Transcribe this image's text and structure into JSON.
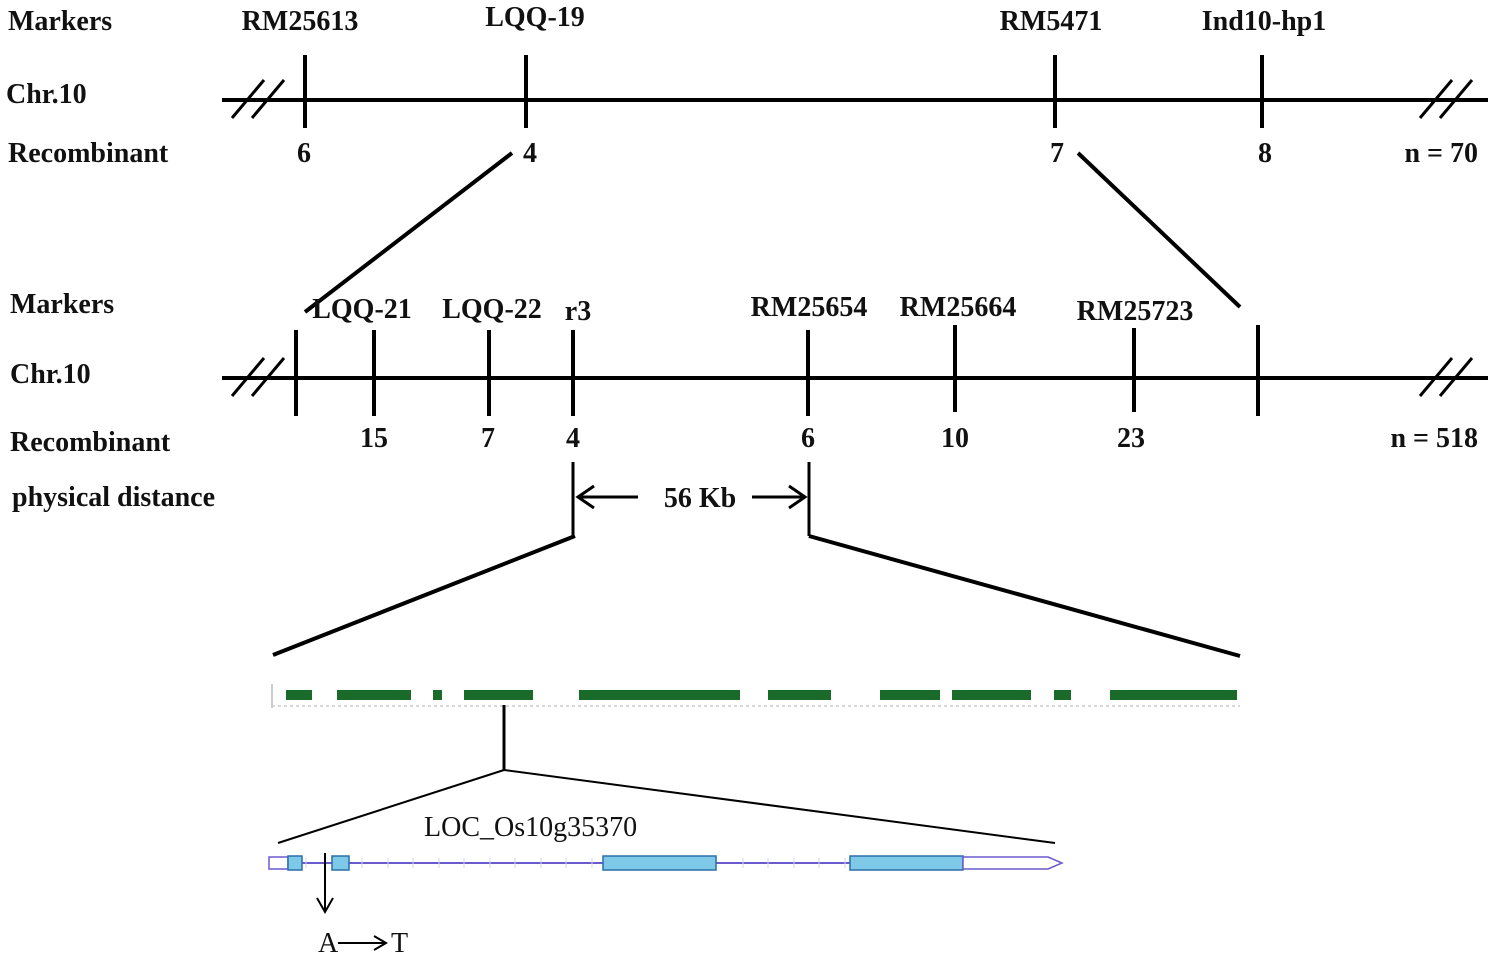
{
  "map1": {
    "row_markers": "Markers",
    "row_chr": "Chr.10",
    "row_recombinant": "Recombinant",
    "markers": [
      {
        "name": "RM25613",
        "recombinant": "6"
      },
      {
        "name": "LQQ-19",
        "recombinant": "4"
      },
      {
        "name": "RM5471",
        "recombinant": "7"
      },
      {
        "name": "Ind10-hp1",
        "recombinant": "8"
      }
    ],
    "population": "n = 70"
  },
  "map2": {
    "row_markers": "Markers",
    "row_chr": "Chr.10",
    "row_recombinant": "Recombinant",
    "row_distance": "physical distance",
    "markers": [
      {
        "name": "LQQ-21",
        "recombinant": "15"
      },
      {
        "name": "LQQ-22",
        "recombinant": "7"
      },
      {
        "name": "r3",
        "recombinant": "4"
      },
      {
        "name": "RM25654",
        "recombinant": "6"
      },
      {
        "name": "RM25664",
        "recombinant": "10"
      },
      {
        "name": "RM25723",
        "recombinant": "23"
      }
    ],
    "population": "n = 518",
    "distance": "56 Kb"
  },
  "colors": {
    "line": "#000000",
    "gene_track": "#1a6b2a",
    "exon": "#7ec8e8",
    "exon_border": "#2a6fa8",
    "utr": "#6a5acd"
  },
  "gene": {
    "name": "LOC_Os10g35370",
    "mutation_from": "A",
    "mutation_to": "T"
  }
}
